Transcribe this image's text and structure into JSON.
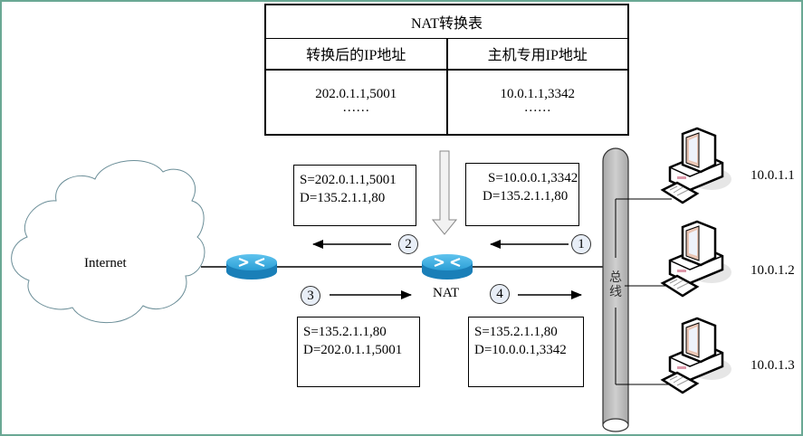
{
  "nat_table": {
    "title": "NAT转换表",
    "headers": [
      "转换后的IP地址",
      "主机专用IP地址"
    ],
    "rows": [
      [
        "202.0.1.1,5001",
        "10.0.1.1,3342"
      ],
      [
        "……",
        "……"
      ]
    ]
  },
  "cloud": {
    "label": "Internet"
  },
  "nat_router": {
    "label": "NAT"
  },
  "bus": {
    "label": "总线"
  },
  "packets": [
    {
      "step": "1",
      "lines": [
        "S=10.0.0.1,3342",
        "D=135.2.1.1,80"
      ]
    },
    {
      "step": "2",
      "lines": [
        "S=202.0.1.1,5001",
        "D=135.2.1.1,80"
      ]
    },
    {
      "step": "3",
      "lines": [
        "S=135.2.1.1,80",
        "D=202.0.1.1,5001"
      ]
    },
    {
      "step": "4",
      "lines": [
        "S=135.2.1.1,80",
        "D=10.0.0.1,3342"
      ]
    }
  ],
  "hosts": [
    {
      "ip": "10.0.1.1"
    },
    {
      "ip": "10.0.1.2"
    },
    {
      "ip": "10.0.1.3"
    }
  ],
  "colors": {
    "frame": "#6aa894",
    "router_top": "#3fb1e3",
    "router_side": "#1a7fb8",
    "bus_fill": "#c0c0c0",
    "step_circle": "#e8eef7"
  }
}
